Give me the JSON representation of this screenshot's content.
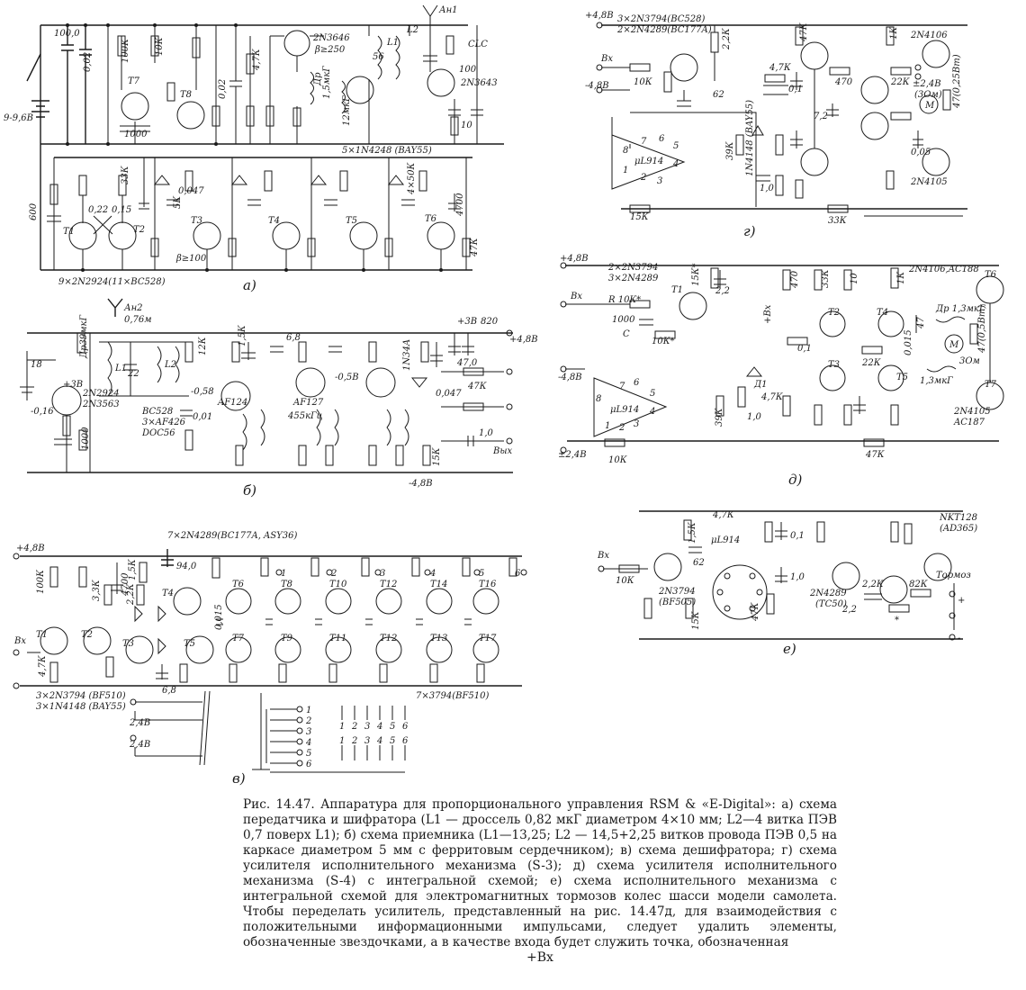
{
  "caption": {
    "figure_label": "Рис. 14.47.",
    "title": "Аппаратура для пропорционального управления RSM & «E-Digital»:",
    "body": "а) схема передатчика и шифратора (L1 — дроссель 0,82 мкГ диаметром 4×10 мм; L2—4 витка ПЭВ 0,7 поверх L1); б) схема приемника (L1—13,25; L2 — 14,5+2,25 витков провода ПЭВ 0,5 на каркасе диаметром 5 мм с ферритовым сердечником); в) схема дешифратора; г) схема усилителя исполнительного механизма (S-3); д) схема усилителя исполнительного механизма (S-4) с интегральной схемой; е) схема исполнительного механизма с интегральной схемой для электромагнитных тормозов колес шасси модели самолета. Чтобы переделать усилитель, представленный на рис. 14.47д, для взаимодействия с положительными информационными импульсами, следует удалить элементы, обозначенные звездочками, а в качестве входа будет служить точка, обозначенная",
    "tail": "+Вх"
  },
  "panels": {
    "a": {
      "sublabel": "а)",
      "labels": [
        "100,0",
        "0,02",
        "9-9,6В",
        "T7",
        "T8",
        "100К",
        "10К",
        "0,02",
        "1000",
        "4,7К",
        "2N3646",
        "β≥250",
        "L1",
        "L2",
        "56",
        "Ан1",
        "CLC",
        "100",
        "2N3643",
        "10",
        "Др",
        "1,5мкГ",
        "12мкГ",
        "5×1N4248 (BAY55)",
        "T1",
        "T2",
        "T3",
        "T4",
        "T5",
        "T6",
        "600",
        "0,22",
        "0,15",
        "33К",
        "0,047",
        "5К",
        "4×50К",
        "4700",
        "47К",
        "β≥100",
        "9×2N2924(11×BC528)"
      ]
    },
    "b": {
      "sublabel": "б)",
      "labels": [
        "Ан2",
        "0,76м",
        "18",
        "Др39мкГ",
        "2N2924",
        "2N3563",
        "-0,16",
        "+3В",
        "L1",
        "L2",
        "22",
        "1000",
        "BC528",
        "3×AF426",
        "DOC56",
        "12К",
        "-0,58",
        "0,01",
        "AF124",
        "1,5К",
        "6,8",
        "AF127",
        "455кГц",
        "-0,5В",
        "1N34A",
        "+3В",
        "820",
        "+4,8В",
        "47,0",
        "0,047",
        "1,0",
        "Вых",
        "-4,8В",
        "15К",
        "47К"
      ]
    },
    "v": {
      "sublabel": "в)",
      "labels": [
        "+4,8В",
        "7×2N4289(BC177A, ASY36)",
        "94,0",
        "Вх",
        "T1",
        "T2",
        "T3",
        "T4",
        "T5",
        "T6",
        "T7",
        "T8",
        "T9",
        "T10",
        "T11",
        "T12",
        "T13",
        "T14",
        "T16",
        "T17",
        "100К",
        "4,7К",
        "3,3К",
        "1,5К",
        "2,2К",
        "4700",
        "6,8",
        "0,015",
        "3×2N3794 (BF510)",
        "3×1N4148 (BAY55)",
        "7×3794(BF510)",
        "2,4В",
        "1",
        "2",
        "3",
        "4",
        "5",
        "6"
      ]
    },
    "g": {
      "sublabel": "г)",
      "labels": [
        "+4,8В",
        "3×2N3794(BC528)",
        "2×2N4289(BC177A)",
        "Вх",
        "-4,8В",
        "10К",
        "2,2К",
        "62",
        "μL914",
        "8",
        "7",
        "6",
        "5",
        "4",
        "1",
        "2",
        "3",
        "15К",
        "39К",
        "1N4148 (BAY55)",
        "1,0",
        "4,7К",
        "0,1",
        "47К",
        "470",
        "7,2",
        "1К",
        "22К",
        "±2,4В",
        "(3Ом)",
        "М",
        "47(0,25Вт)",
        "0,05",
        "2N4106",
        "2N4105",
        "33К"
      ]
    },
    "d": {
      "sublabel": "д)",
      "labels": [
        "+4,8В",
        "2×2N3794",
        "3×2N4289",
        "Вх",
        "R 10К*",
        "T1",
        "1000",
        "C",
        "10К*",
        "15К*",
        "2,2",
        "+Вх",
        "470",
        "33К",
        "10",
        "1К",
        "2N4106,AC188",
        "T2",
        "T3",
        "T4",
        "T5",
        "T6",
        "T7",
        "Др 1,3мкГ",
        "47",
        "0,015",
        "22К",
        "М",
        "3Ом",
        "47(0,5Вт)",
        "1,3мкГ",
        "μL914",
        "8",
        "7",
        "6",
        "5",
        "4",
        "1",
        "2",
        "3",
        "-4,8В",
        "Д1",
        "4,7К",
        "1,0",
        "39К",
        "0,1",
        "±2,4В",
        "10К",
        "47К",
        "2N4105",
        "AC187"
      ]
    },
    "e": {
      "sublabel": "е)",
      "labels": [
        "Вх",
        "10К",
        "62",
        "4,7К",
        "1,5К",
        "μL914",
        "0,1",
        "1,0",
        "2N3794",
        "(BF505)",
        "15К",
        "47К",
        "2N4289",
        "(TC50)",
        "2,2К",
        "2,2",
        "82К",
        "*",
        "NKT128",
        "(AD365)",
        "Тормоз",
        "+",
        "-"
      ]
    }
  }
}
